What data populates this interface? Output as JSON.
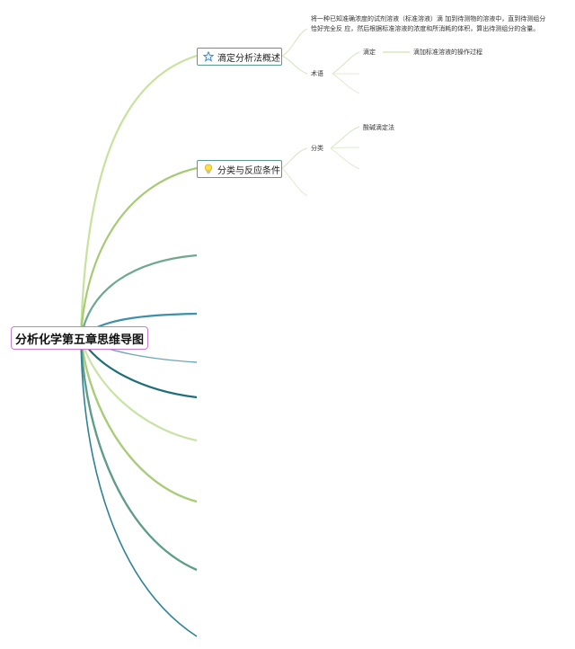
{
  "root": {
    "label": "分析化学第五章思维导图"
  },
  "branches": [
    {
      "label": "滴定分析法概述",
      "icon": "star-icon",
      "definition": "将一种已知准确浓度的试剂溶液（标准溶液）滴 加到待测物的溶液中，直到待测组分恰好完全反 应，然后根据标准溶液的浓度和所消耗的体积，算出待测组分的含量。",
      "terms": {
        "label": "术语",
        "items": [
          {
            "term": "滴定",
            "description": "滴加标准溶液的操作过程"
          }
        ]
      }
    },
    {
      "label": "分类与反应条件",
      "icon": "lightbulb-icon",
      "classification": {
        "label": "分类",
        "items": [
          "酸碱滴定法"
        ]
      }
    }
  ],
  "colors": {
    "root_border": "#c77bd1",
    "node_border": "#5a9a8a",
    "branch_light_green": "#b5d98a",
    "branch_green": "#9cc46a",
    "branch_teal": "#5f9c8a",
    "branch_dark_teal": "#1e6e78",
    "branch_blue_teal": "#3d8faa",
    "leaf_line": "#c9d9a0"
  }
}
